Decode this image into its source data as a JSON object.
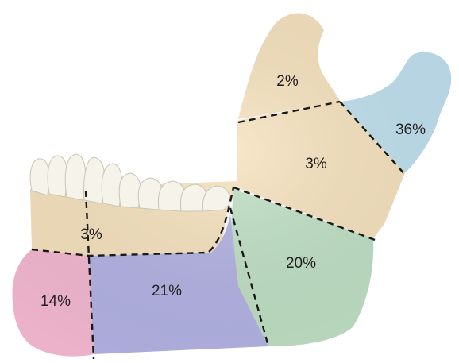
{
  "regions": [
    {
      "id": "coronoid",
      "label": "2%",
      "color": "#f6e2bd"
    },
    {
      "id": "condyle",
      "label": "36%",
      "color": "#bfe0ee"
    },
    {
      "id": "ramus",
      "label": "3%",
      "color": "#f6e2bd"
    },
    {
      "id": "alveolar",
      "label": "3%",
      "color": "#f6e2bd"
    },
    {
      "id": "symphysis",
      "label": "14%",
      "color": "#f4b8d0"
    },
    {
      "id": "body",
      "label": "21%",
      "color": "#b3b2e4"
    },
    {
      "id": "angle",
      "label": "20%",
      "color": "#bfe0c4"
    }
  ],
  "colors": {
    "teeth": "#f5f3ea",
    "divider": "#1a1a1a",
    "label_text": "#231f20"
  }
}
